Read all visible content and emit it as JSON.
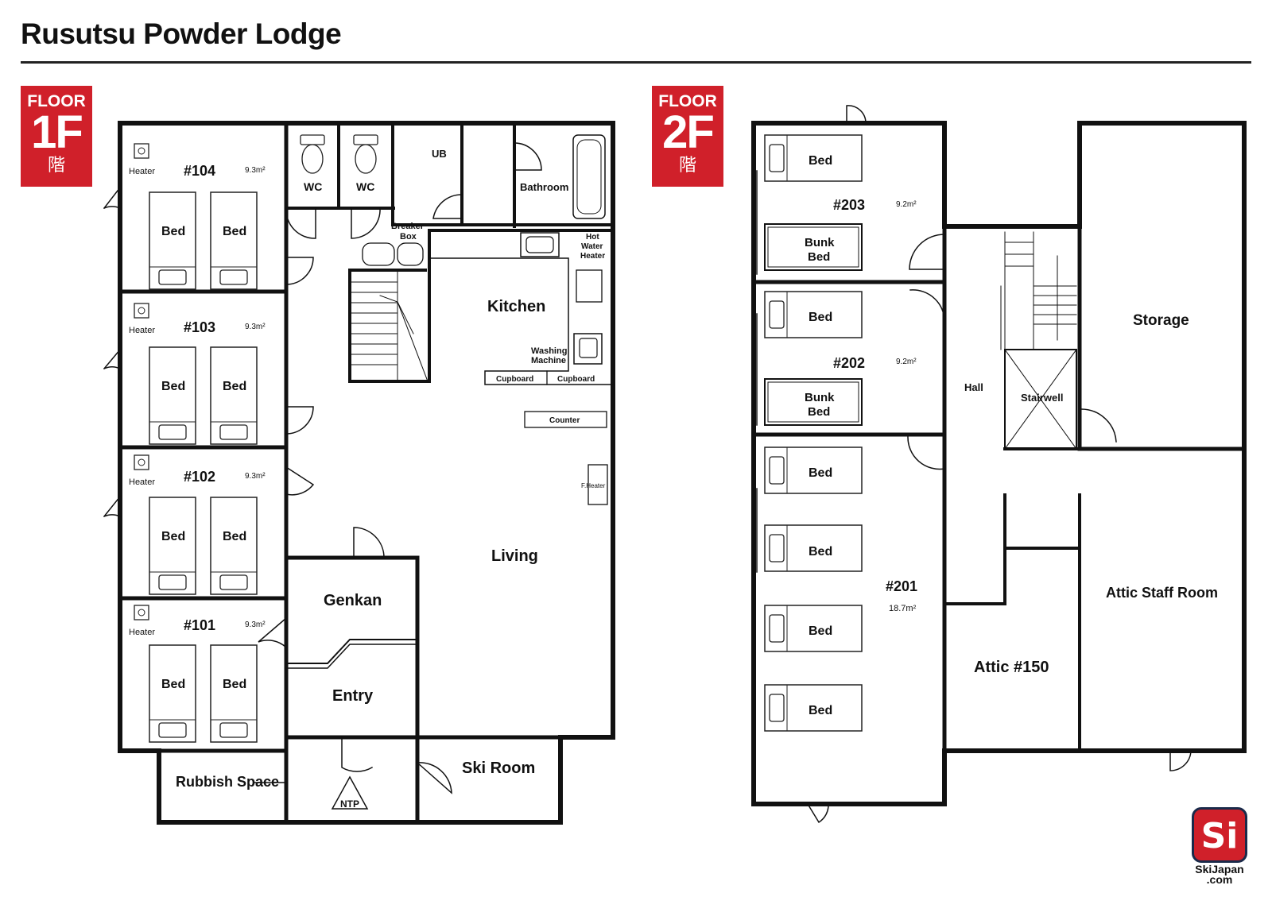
{
  "title": "Rusutsu Powder Lodge",
  "brand_color": "#d0202a",
  "logo": {
    "text": "SkiJapan\n.com"
  },
  "floor1": {
    "badge": {
      "word": "FLOOR",
      "number": "1F",
      "kanji": "階"
    },
    "labels": {
      "room104": "#104",
      "room103": "#103",
      "room102": "#102",
      "room101": "#101",
      "area": "9.3m²",
      "heater": "Heater",
      "bed": "Bed",
      "wc": "WC",
      "ub": "UB",
      "bathroom": "Bathroom",
      "breaker1": "Breaker",
      "breaker2": "Box",
      "hot1": "Hot",
      "hot2": "Water",
      "hot3": "Heater",
      "kitchen": "Kitchen",
      "washing1": "Washing",
      "washing2": "Machine",
      "cupboard": "Cupboard",
      "counter": "Counter",
      "fheater": "F.Heater",
      "living": "Living",
      "genkan": "Genkan",
      "entry": "Entry",
      "rubbish": "Rubbish Space",
      "ntp": "NTP",
      "skiroom": "Ski Room"
    }
  },
  "floor2": {
    "badge": {
      "word": "FLOOR",
      "number": "2F",
      "kanji": "階"
    },
    "labels": {
      "room203": "#203",
      "room202": "#202",
      "room201": "#201",
      "area92": "9.2m²",
      "area187": "18.7m²",
      "bed": "Bed",
      "bunk1": "Bunk",
      "bunk2": "Bed",
      "storage": "Storage",
      "hall": "Hall",
      "stairwell": "Stairwell",
      "attic_staff": "Attic Staff Room",
      "attic150": "Attic #150"
    }
  }
}
